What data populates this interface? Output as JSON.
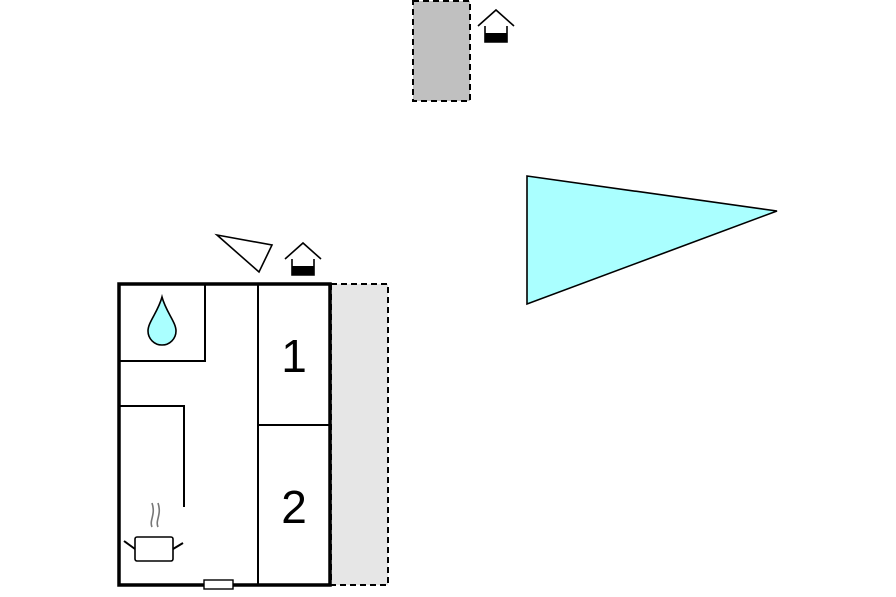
{
  "floorplan": {
    "rooms": [
      {
        "id": "bedroom-1",
        "label": "1"
      },
      {
        "id": "bedroom-2",
        "label": "2"
      }
    ],
    "colors": {
      "parking": "#c0c0c0",
      "terrace": "#e6e6e6",
      "pool": "#aaffff",
      "water": "#aaffff",
      "wall": "#000000",
      "background": "#ffffff"
    },
    "icons": [
      "house-entrance-icon",
      "pool-icon",
      "water-drop-icon",
      "cooking-pot-icon",
      "window-icon"
    ]
  }
}
